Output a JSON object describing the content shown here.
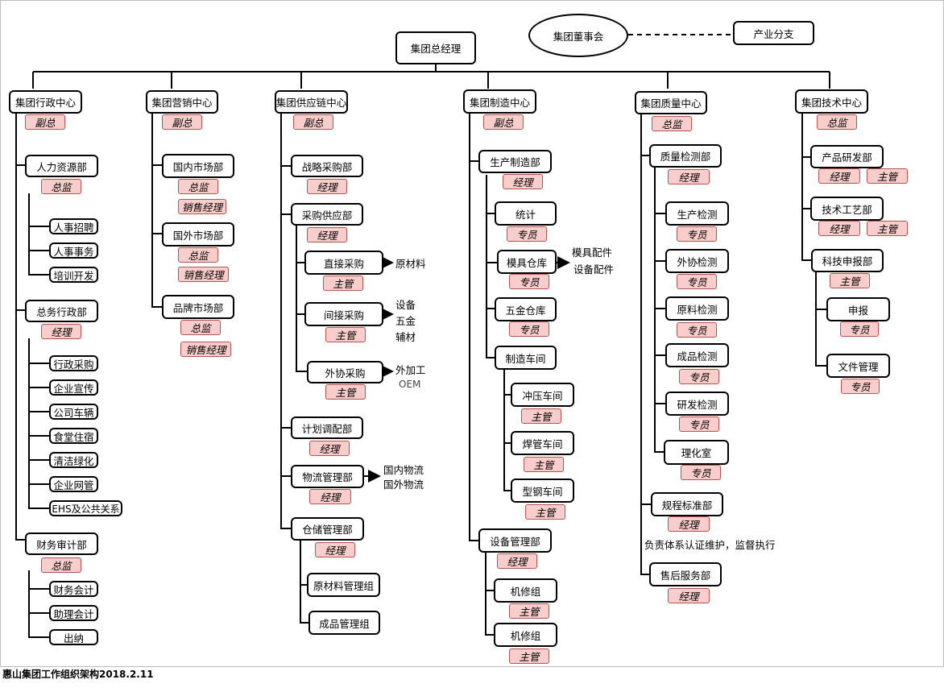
{
  "title": "惠山集团工作组织架构2018.2.11",
  "top": {
    "gm": "集团总经理",
    "board": "集团董事会",
    "industry": "产业分支"
  },
  "admin": {
    "center": "集团行政中心",
    "role": "副总",
    "hr": {
      "name": "人力资源部",
      "role": "总监",
      "items": [
        "人事招聘",
        "人事事务",
        "培训开发"
      ]
    },
    "general": {
      "name": "总务行政部",
      "role": "经理",
      "items": [
        "行政采购",
        "企业宣传",
        "公司车辆",
        "食堂住宿",
        "清洁绿化",
        "企业网管",
        "EHS及公共关系"
      ]
    },
    "finance": {
      "name": "财务审计部",
      "role": "总监",
      "items": [
        "财务会计",
        "助理会计",
        "出纳"
      ]
    }
  },
  "marketing": {
    "center": "集团营销中心",
    "role": "副总",
    "domestic": {
      "name": "国内市场部",
      "role": "总监",
      "sub": "销售经理"
    },
    "foreign": {
      "name": "国外市场部",
      "role": "总监",
      "sub": "销售经理"
    },
    "brand": {
      "name": "品牌市场部",
      "role": "总监",
      "sub": "销售经理"
    }
  },
  "supply": {
    "center": "集团供应链中心",
    "role": "副总",
    "strategic": {
      "name": "战略采购部",
      "role": "经理"
    },
    "purchase": {
      "name": "采购供应部",
      "role": "经理",
      "direct": {
        "name": "直接采购",
        "role": "主管",
        "items": [
          "原材料"
        ]
      },
      "indirect": {
        "name": "间接采购",
        "role": "主管",
        "items": [
          "设备",
          "五金",
          "辅材"
        ]
      },
      "outsource": {
        "name": "外协采购",
        "role": "主管",
        "items": [
          "外加工",
          "OEM"
        ]
      }
    },
    "planning": {
      "name": "计划调配部",
      "role": "经理"
    },
    "logistics": {
      "name": "物流管理部",
      "role": "经理",
      "items": [
        "国内物流",
        "国外物流"
      ]
    },
    "warehouse": {
      "name": "仓储管理部",
      "role": "经理",
      "groups": [
        "原材料管理组",
        "成品管理组"
      ]
    }
  },
  "manufacturing": {
    "center": "集团制造中心",
    "role": "副总",
    "production": {
      "name": "生产制造部",
      "role": "经理",
      "stats": {
        "name": "统计",
        "role": "专员"
      },
      "mold": {
        "name": "模具仓库",
        "role": "专员",
        "items": [
          "模具配件",
          "设备配件"
        ]
      },
      "hardware": {
        "name": "五金仓库",
        "role": "专员"
      },
      "workshop": {
        "name": "制造车间",
        "items": [
          {
            "name": "冲压车间",
            "role": "主管"
          },
          {
            "name": "焊管车间",
            "role": "主管"
          },
          {
            "name": "型钢车间",
            "role": "主管"
          }
        ]
      }
    },
    "equipment": {
      "name": "设备管理部",
      "role": "经理",
      "groups": [
        {
          "name": "机修组",
          "role": "主管"
        },
        {
          "name": "机修组",
          "role": "主管"
        }
      ]
    }
  },
  "quality": {
    "center": "集团质量中心",
    "role": "总监",
    "inspection": {
      "name": "质量检测部",
      "role": "经理",
      "items": [
        {
          "name": "生产检测",
          "role": "专员"
        },
        {
          "name": "外协检测",
          "role": "专员"
        },
        {
          "name": "原料检测",
          "role": "专员"
        },
        {
          "name": "成品检测",
          "role": "专员"
        },
        {
          "name": "研发检测",
          "role": "专员"
        },
        {
          "name": "理化室",
          "role": "专员"
        }
      ]
    },
    "standards": {
      "name": "规程标准部",
      "role": "经理",
      "note": "负责体系认证维护，监督执行"
    },
    "service": {
      "name": "售后服务部",
      "role": "经理"
    }
  },
  "tech": {
    "center": "集团技术中心",
    "role": "总监",
    "rd": {
      "name": "产品研发部",
      "roles": [
        "经理",
        "主管"
      ]
    },
    "process": {
      "name": "技术工艺部",
      "roles": [
        "经理",
        "主管"
      ]
    },
    "declare": {
      "name": "科技申报部",
      "role": "主管",
      "items": [
        {
          "name": "申报",
          "role": "专员"
        },
        {
          "name": "文件管理",
          "role": "专员"
        }
      ]
    }
  }
}
